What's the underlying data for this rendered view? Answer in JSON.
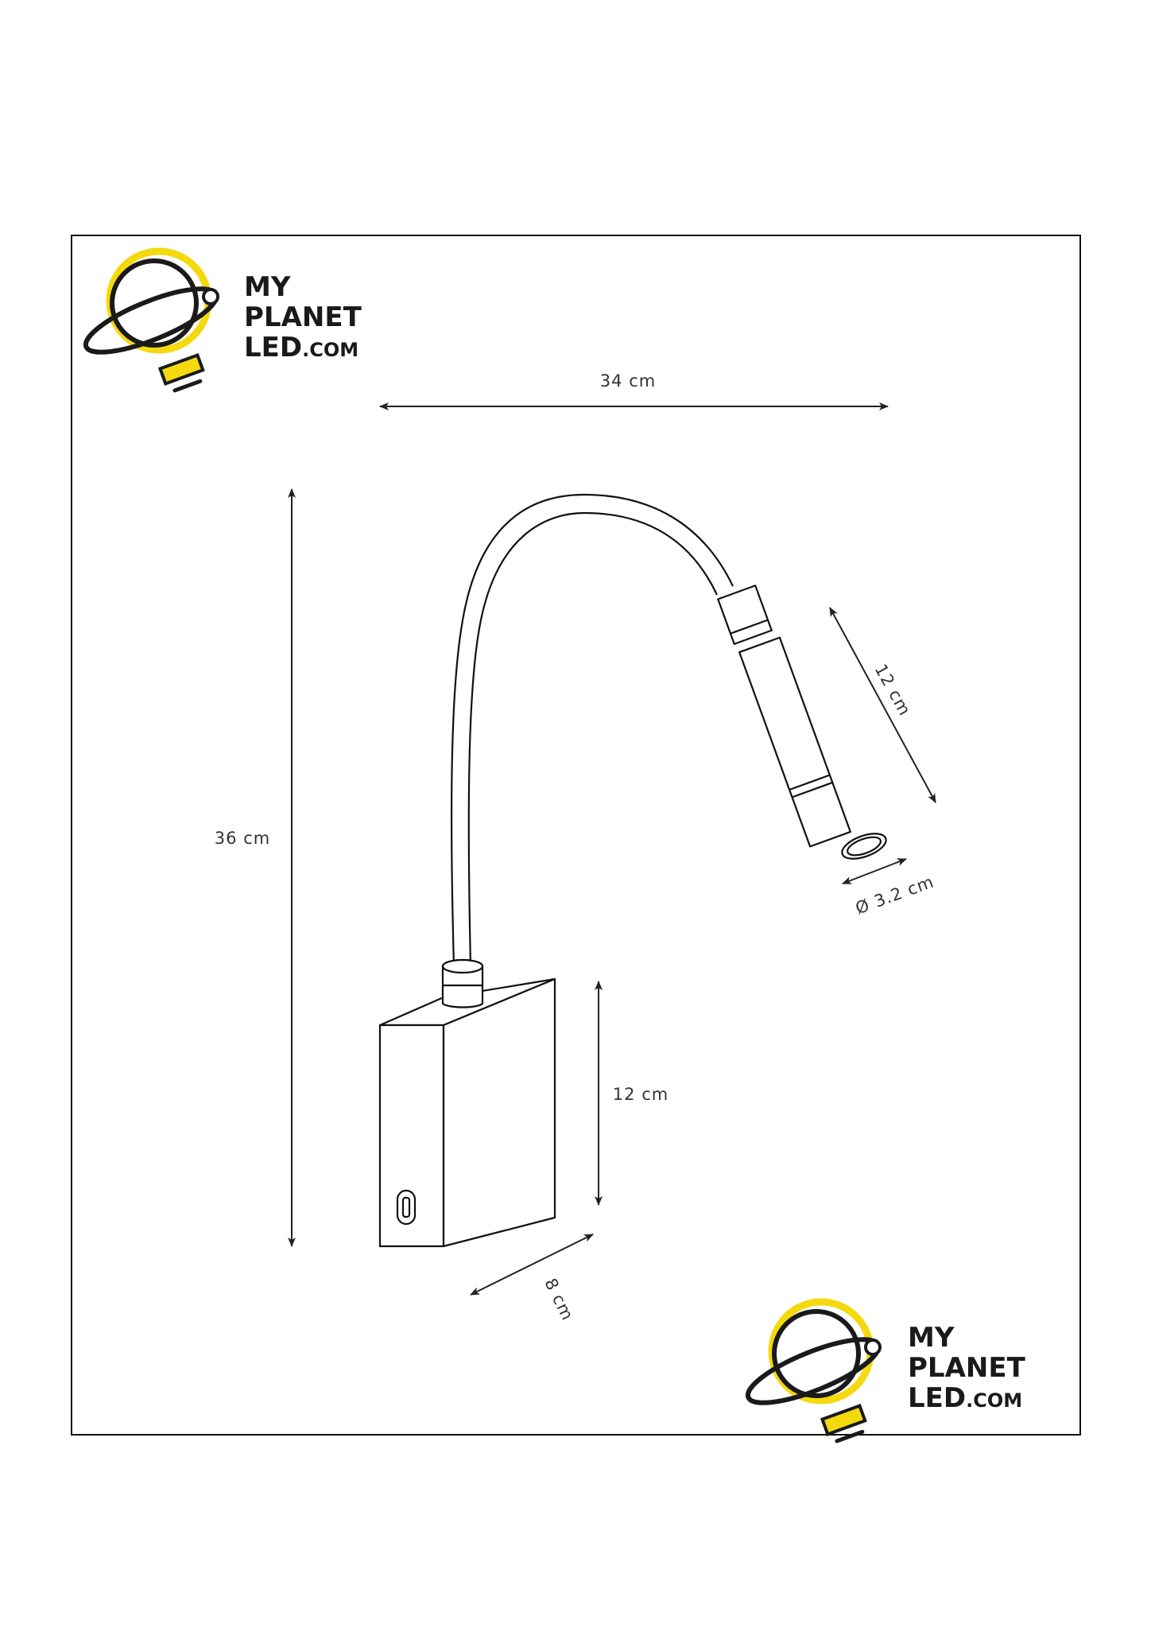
{
  "brand": {
    "line1": "MY",
    "line2": "PLANET",
    "line3_main": "LED",
    "line3_suffix": ".COM",
    "accent_color": "#f5d90f",
    "ink_color": "#1a1a1a"
  },
  "dimensions": {
    "total_width": "34 cm",
    "total_height": "36 cm",
    "head_length": "12 cm",
    "head_diameter": "Ø 3.2 cm",
    "base_height": "12 cm",
    "base_depth": "8 cm"
  },
  "icons": {
    "logo": "planet-bulb-icon",
    "usb_port": "usb-port-icon"
  }
}
